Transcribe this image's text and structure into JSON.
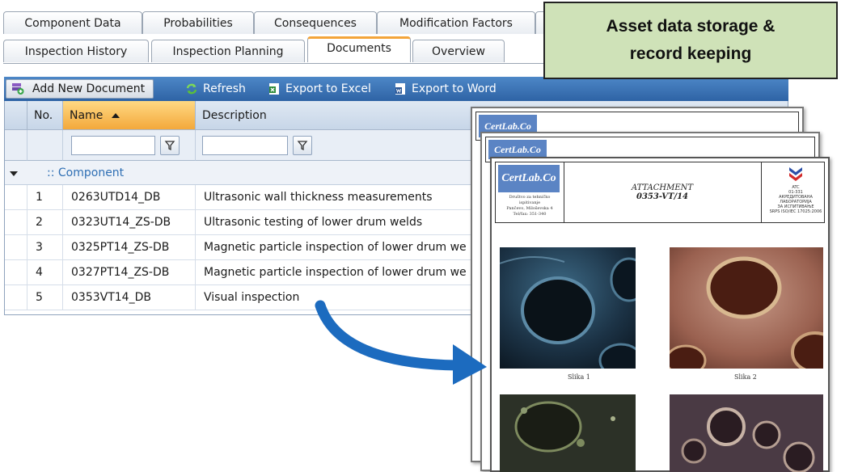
{
  "tabs_row1": [
    "Component Data",
    "Probabilities",
    "Consequences",
    "Modification Factors"
  ],
  "tabs_row2": [
    "Inspection History",
    "Inspection Planning",
    "Documents",
    "Overview"
  ],
  "active_tab": "Documents",
  "callout": {
    "line1": "Asset data storage &",
    "line2": "record keeping"
  },
  "toolbar": {
    "add_label": "Add New Document",
    "refresh_label": "Refresh",
    "excel_label": "Export to Excel",
    "word_label": "Export to Word"
  },
  "grid": {
    "headers": {
      "no": "No.",
      "name": "Name",
      "description": "Description"
    },
    "group_label": ":: Component",
    "rows": [
      {
        "no": "1",
        "name": "0263UTD14_DB",
        "description": "Ultrasonic wall thickness measurements"
      },
      {
        "no": "2",
        "name": "0323UT14_ZS-DB",
        "description": "Ultrasonic testing of lower drum welds"
      },
      {
        "no": "3",
        "name": "0325PT14_ZS-DB",
        "description": "Magnetic particle inspection of lower drum we"
      },
      {
        "no": "4",
        "name": "0327PT14_ZS-DB",
        "description": "Magnetic particle inspection of lower drum we"
      },
      {
        "no": "5",
        "name": "0353VT14_DB",
        "description": "Visual inspection"
      }
    ]
  },
  "document": {
    "logo_text": "CertLab.Co",
    "company_lines": [
      "Društvo za tehničko",
      "ispitivanje",
      "Pančevo, Miloševska 4",
      "Tel/fax: 351-340"
    ],
    "title": "ATTACHMENT",
    "code": "0353-VT/14",
    "badge": "ATC",
    "badge_code": "01-331",
    "badge_lines": [
      "АКРЕДИТОВАНА",
      "ЛАБОРАТОРИЈА",
      "ЗА ИСПИТИВАЊЕ",
      "SRPS ISO/IEC 17025:2006"
    ],
    "photo_captions": [
      "Slika 1",
      "Slika 2"
    ]
  },
  "colors": {
    "toolbar": "#3b74b9",
    "accent": "#f3a43a",
    "callout_bg": "#cfe2b8",
    "arrow": "#1c6bbf"
  }
}
